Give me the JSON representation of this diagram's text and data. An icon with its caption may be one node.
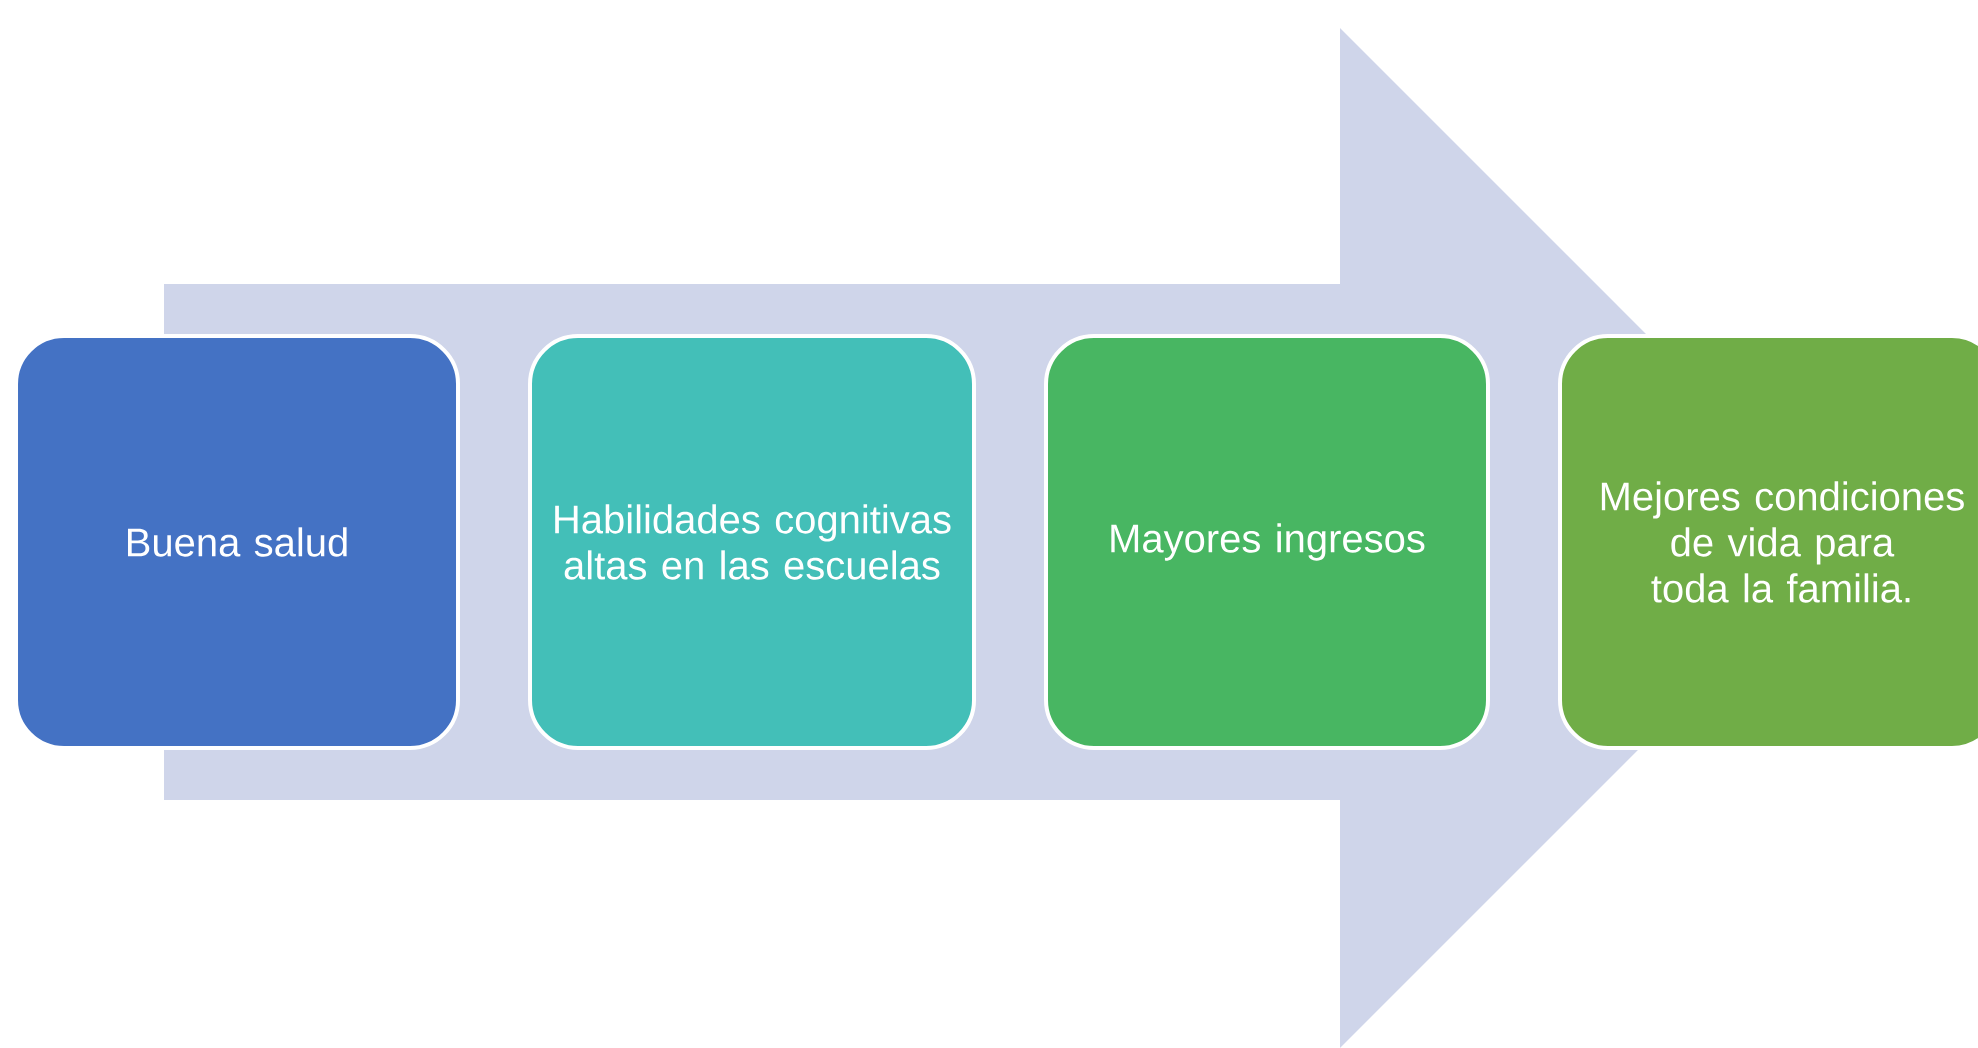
{
  "diagram": {
    "nodes": [
      {
        "text": [
          "Buena salud"
        ]
      },
      {
        "text": [
          "Habilidades cognitivas altas en las escuelas"
        ]
      },
      {
        "text": [
          "Mayores ingresos"
        ]
      },
      {
        "text": [
          "Mejores condiciones de vida para toda la familia."
        ]
      }
    ],
    "edges": [
      {
        "from": 0,
        "to": 3,
        "arrow": "to"
      }
    ]
  }
}
